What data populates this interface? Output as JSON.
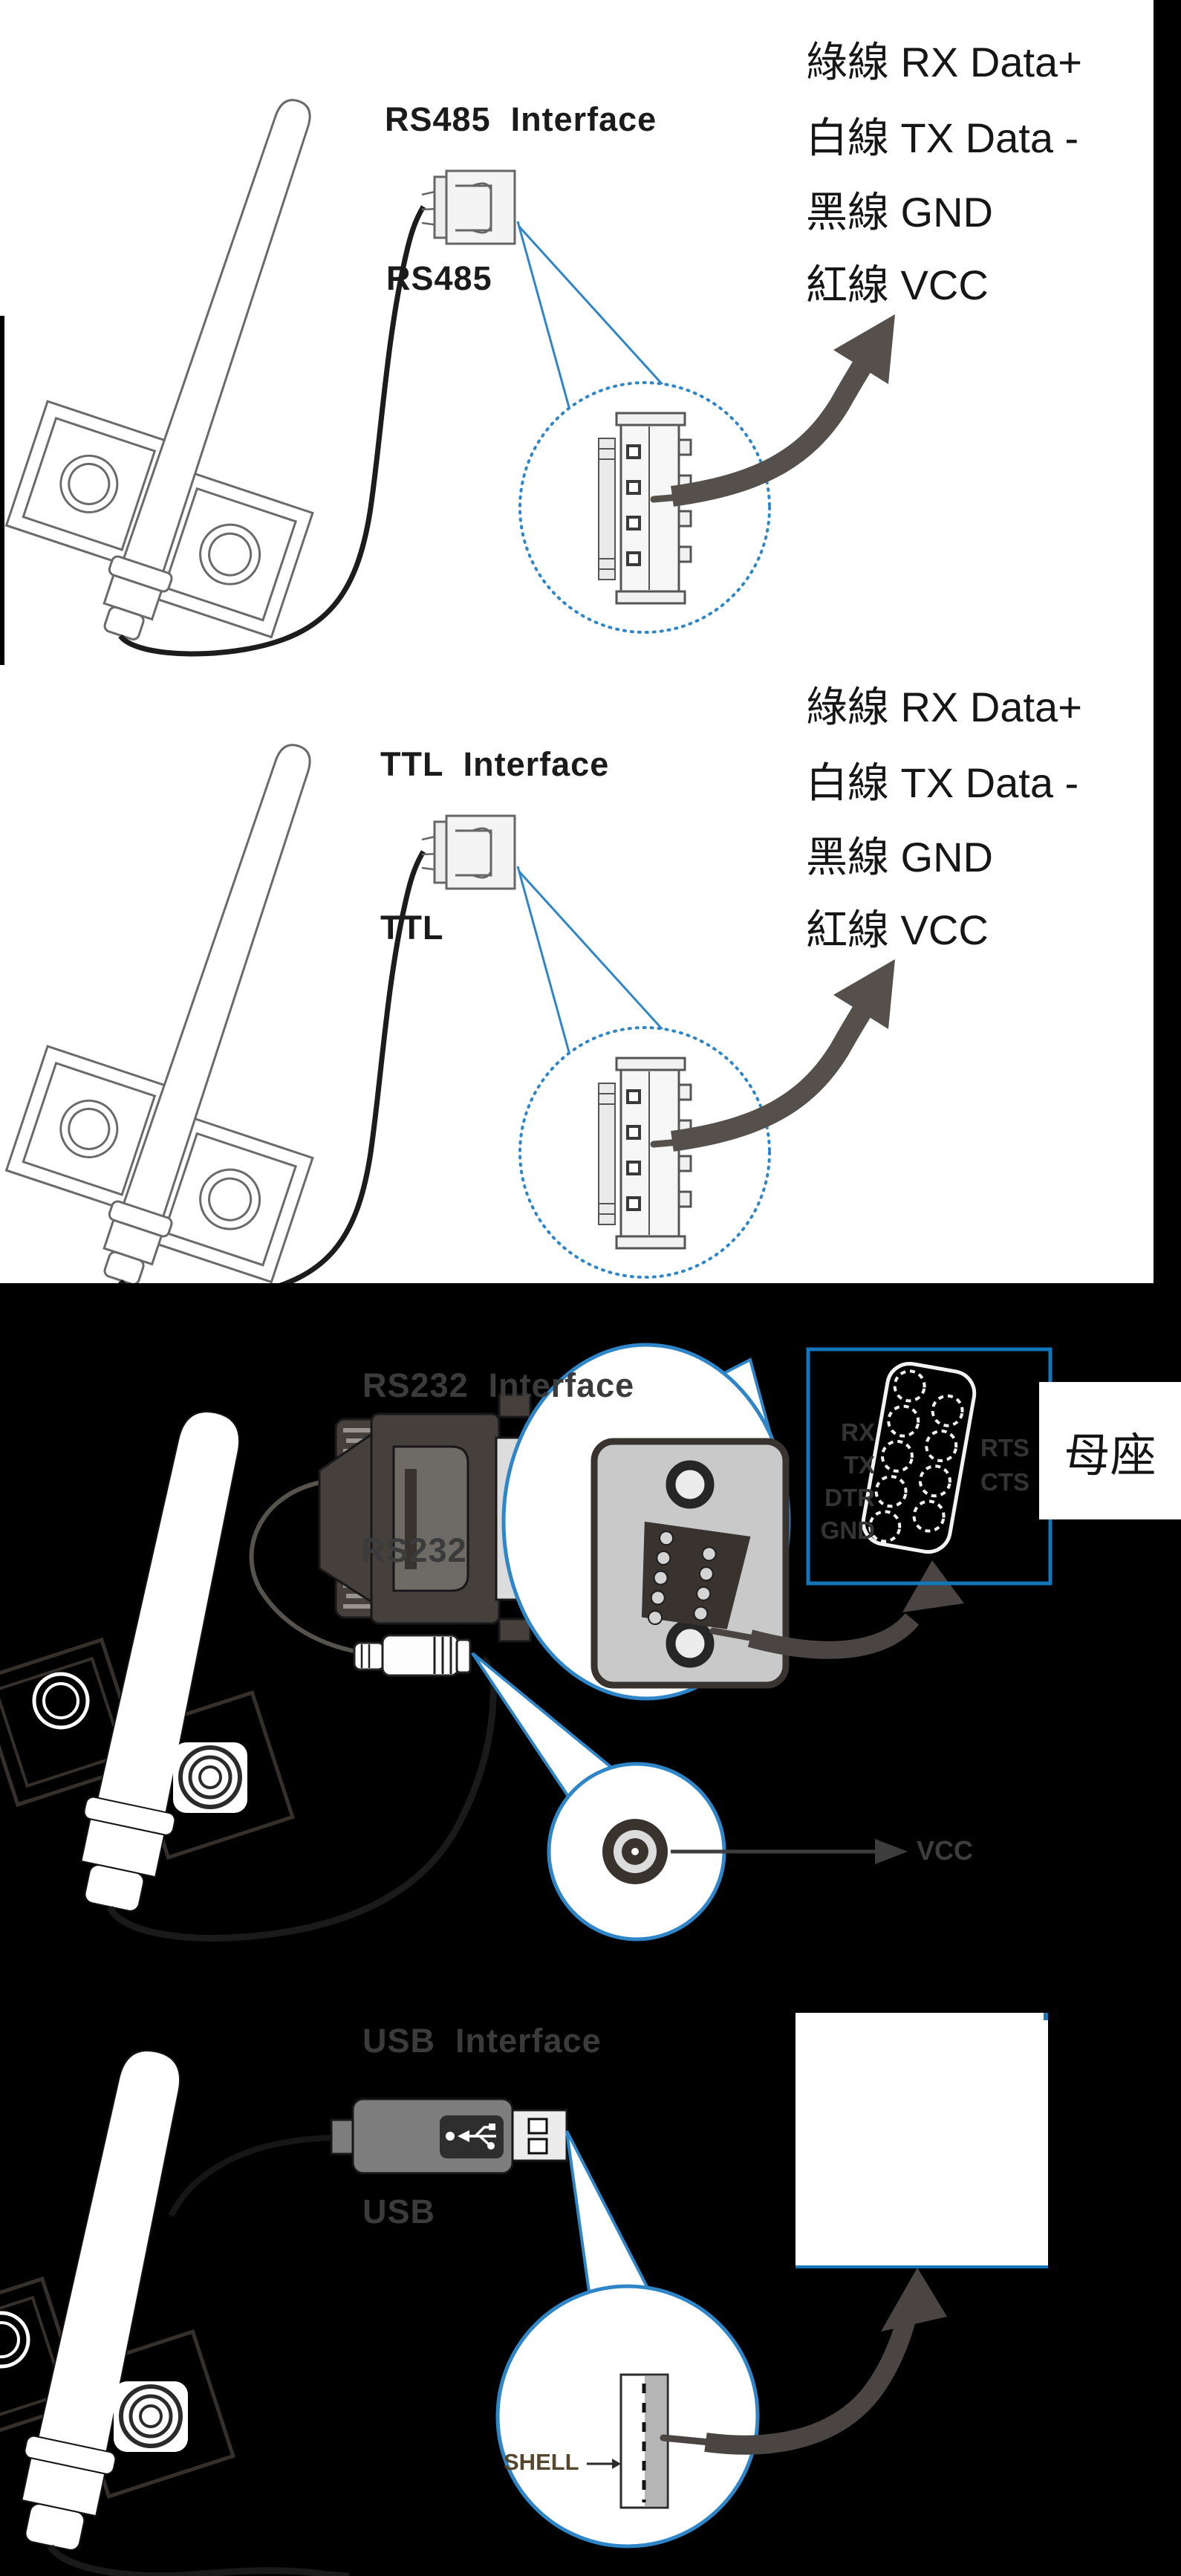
{
  "colors": {
    "background_top": "#ffffff",
    "background_bottom": "#000000",
    "magnifier_blue": "#2e86c8",
    "callout_blue": "#1476bb",
    "arrow_gray": "#55504b",
    "dim_text_gray": "#3b3b3b"
  },
  "panel_rs485": {
    "title": "RS485  Interface",
    "connector_label": "RS485",
    "wire_labels": [
      "綠線 RX Data+",
      "白線 TX Data -",
      "黑線 GND",
      "紅線 VCC"
    ]
  },
  "panel_ttl": {
    "title": "TTL  Interface",
    "connector_label": "TTL",
    "wire_labels": [
      "綠線 RX Data+",
      "白線 TX Data -",
      "黑線 GND",
      "紅線 VCC"
    ]
  },
  "panel_rs232": {
    "title": "RS232  Interface",
    "connector_label": "RS232",
    "pin_labels_left": [
      "RX",
      "TX",
      "DTR",
      "GND"
    ],
    "pin_labels_right": [
      "RTS",
      "CTS"
    ],
    "socket_type_label": "母座",
    "power_label": "VCC"
  },
  "panel_usb": {
    "title": "USB  Interface",
    "connector_label": "USB",
    "shell_label": "SHELL"
  }
}
